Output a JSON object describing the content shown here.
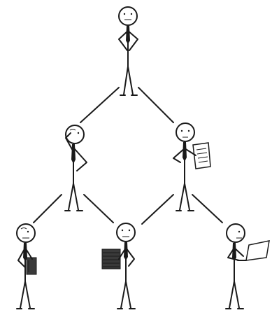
{
  "diagram": {
    "nodes": [
      {
        "id": "top",
        "role": "boss",
        "pose": "hands-on-hips"
      },
      {
        "id": "mid-left",
        "role": "manager",
        "pose": "thinking"
      },
      {
        "id": "mid-right",
        "role": "manager",
        "pose": "holding-paper"
      },
      {
        "id": "bottom-1",
        "role": "worker",
        "pose": "holding-folder"
      },
      {
        "id": "bottom-2",
        "role": "worker",
        "pose": "holding-documents"
      },
      {
        "id": "bottom-3",
        "role": "worker",
        "pose": "using-laptop"
      }
    ],
    "edges": [
      [
        "top",
        "mid-left"
      ],
      [
        "top",
        "mid-right"
      ],
      [
        "mid-left",
        "bottom-1"
      ],
      [
        "mid-left",
        "bottom-2"
      ],
      [
        "mid-right",
        "bottom-2"
      ],
      [
        "mid-right",
        "bottom-3"
      ]
    ],
    "colors": {
      "ink": "#1a1a1a",
      "background": "#ffffff"
    }
  }
}
